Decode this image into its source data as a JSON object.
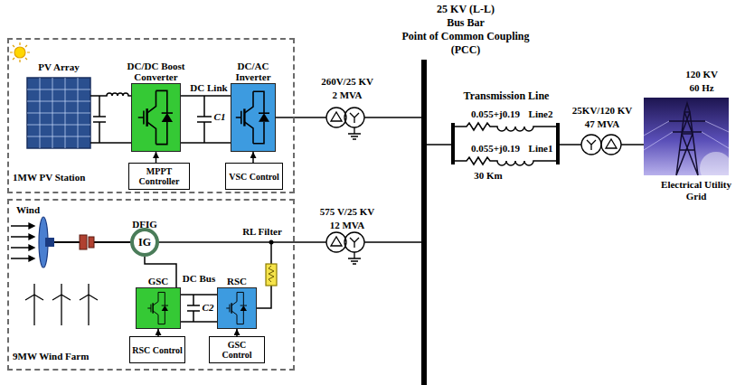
{
  "diagram": {
    "nodes": [
      {
        "text": [
          "1MW PV Station"
        ]
      },
      {
        "text": [
          "DC/DC Boost Converter"
        ],
        "in": 0
      },
      {
        "text": [
          "DC/AC Inverter"
        ],
        "in": 0
      },
      {
        "text": [
          "MPPT Controller"
        ],
        "in": 0
      },
      {
        "text": [
          "VSC Control"
        ],
        "in": 0
      },
      {
        "text": [
          "9MW Wind Farm"
        ]
      },
      {
        "text": [
          "DFIG",
          "IG"
        ],
        "in": 5
      },
      {
        "text": [
          "GSC"
        ],
        "in": 5
      },
      {
        "text": [
          "RSC"
        ],
        "in": 5
      },
      {
        "text": [
          "RSC Control"
        ],
        "in": 5
      },
      {
        "text": [
          "GSC Control"
        ],
        "in": 5
      }
    ],
    "edges": [
      {
        "from": 3,
        "to": 1,
        "arrow": "to"
      },
      {
        "from": 4,
        "to": 2,
        "arrow": "to"
      },
      {
        "from": 9,
        "to": 7,
        "arrow": "to"
      },
      {
        "from": 10,
        "to": 8,
        "arrow": "to"
      },
      {
        "from": 1,
        "to": 2,
        "arrow": "none"
      },
      {
        "from": 7,
        "to": 8,
        "arrow": "none"
      },
      {
        "from": 6,
        "to": 7,
        "arrow": "none"
      }
    ],
    "labels": [
      "25 KV (L-L)",
      "Bus Bar",
      "Point of Common Coupling",
      "(PCC)",
      "PV Array",
      "DC Link",
      "C1",
      "260V/25 KV",
      "2 MVA",
      "Transmission Line",
      "0.055+j0.19",
      "Line2",
      "0.055+j0.19",
      "Line1",
      "30 Km",
      "25KV/120 KV",
      "47 MVA",
      "120 KV",
      "60 Hz",
      "Electrical Utility Grid",
      "Wind",
      "DC Bus",
      "RL Filter",
      "C2",
      "575 V/25 KV",
      "12 MVA"
    ]
  }
}
